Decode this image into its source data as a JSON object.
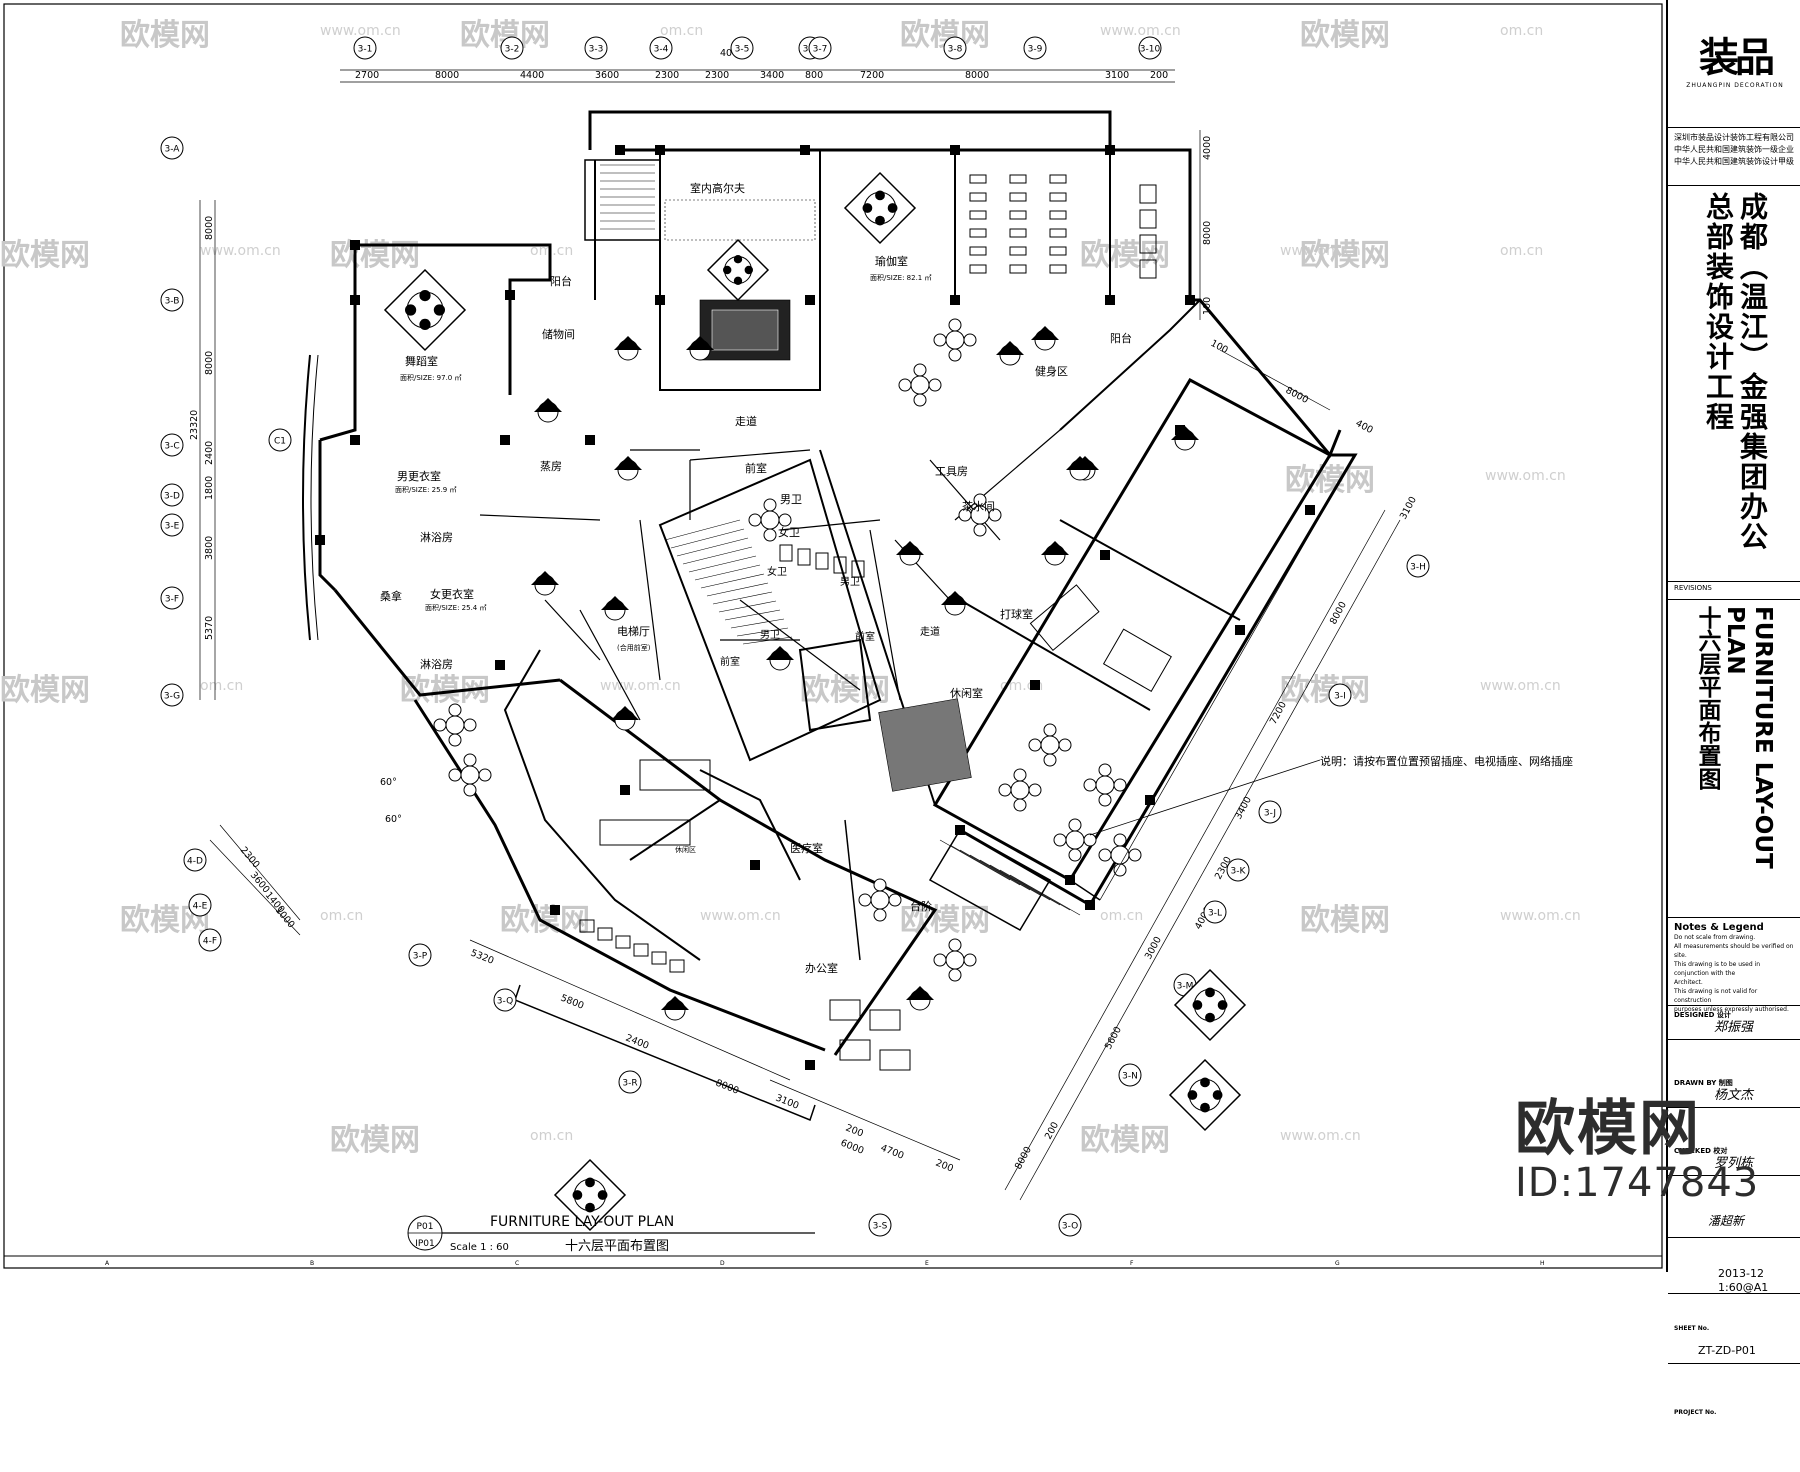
{
  "plan": {
    "grid_top": [
      "3-1",
      "3-2",
      "3-3",
      "3-4",
      "3-5",
      "3-6",
      "3-7",
      "3-8",
      "3-9",
      "3-10"
    ],
    "grid_left": [
      "3-A",
      "3-B",
      "3-C",
      "3-D",
      "3-E",
      "3-F",
      "3-G"
    ],
    "grid_diag_right": [
      "3-H",
      "3-I",
      "3-J",
      "3-K",
      "3-L",
      "3-M",
      "3-N",
      "3-O"
    ],
    "grid_bottom": [
      "3-P",
      "3-Q",
      "3-R",
      "3-S"
    ],
    "grid_misc": [
      "4-D",
      "4-E",
      "4-F",
      "C1"
    ],
    "dims_top": [
      "2700",
      "8000",
      "4400",
      "3600",
      "2300",
      "2300",
      "3400",
      "800",
      "7200",
      "8000",
      "3100",
      "200"
    ],
    "dims_top_overall": "40000",
    "dims_left": [
      "8000",
      "8000",
      "2400",
      "1800",
      "3800",
      "5370"
    ],
    "dims_left_overall": "23320",
    "dims_right": [
      "4000",
      "8000",
      "100"
    ],
    "dims_diag_right": [
      "3100",
      "8000",
      "7200",
      "3400",
      "2300",
      "4000",
      "3000",
      "5600",
      "200",
      "8000"
    ],
    "dims_diag_top": [
      "100",
      "8000",
      "400"
    ],
    "dims_bottom": [
      "5320",
      "5800",
      "2400",
      "8000"
    ],
    "dims_bottom2": [
      "3100",
      "200",
      "6000",
      "4700",
      "200"
    ],
    "dims_lower_left": [
      "2300",
      "3600",
      "1400",
      "1000"
    ],
    "angles": [
      "60°",
      "60°"
    ],
    "rooms": {
      "golf": "室内高尔夫",
      "yoga": "瑜伽室",
      "yoga_area": "面积/SIZE: 82.1 ㎡",
      "dance": "舞蹈室",
      "dance_area": "面积/SIZE: 97.0 ㎡",
      "balcony_top": "阳台",
      "storage": "储物间",
      "gym": "健身区",
      "balcony_right": "阳台",
      "corridor": "走道",
      "men_locker": "男更衣室",
      "men_locker_area": "面积/SIZE: 25.9 ㎡",
      "shower_men": "淋浴房",
      "sauna": "桑拿",
      "steam": "蒸房",
      "women_locker": "女更衣室",
      "women_locker_area": "面积/SIZE: 25.4 ㎡",
      "shower_women": "淋浴房",
      "front_room": "前室",
      "male_wc": "男卫",
      "female_wc": "女卫",
      "elevator_hall": "电梯厅",
      "elevator_hall_sub": "(合用前室)",
      "tool_room": "工具房",
      "tea_room": "茶水间",
      "billiards": "打球室",
      "lounge": "休闲室",
      "leisure_area": "休闲区",
      "medical": "医疗室",
      "office": "办公室",
      "step": "台阶"
    },
    "note": "说明：请按布置位置预留插座、电视插座、网络插座",
    "drawing_tag_num": "P01",
    "drawing_tag_sheet": "IP01",
    "drawing_title_en": "FURNITURE LAY-OUT PLAN",
    "drawing_scale": "Scale 1 : 60",
    "drawing_title_cn": "十六层平面布置图",
    "column_letters": [
      "A",
      "B",
      "C",
      "D",
      "E",
      "F",
      "G",
      "H"
    ]
  },
  "watermark": {
    "site": "欧模网",
    "url": "www.om.cn",
    "url_short": "om.cn"
  },
  "title_block": {
    "company_mark": "装品",
    "company_sub": "ZHUANGPIN DECORATION",
    "company_lines": [
      "深圳市装品设计装饰工程有限公司",
      "中华人民共和国建筑装饰一级企业",
      "中华人民共和国建筑装饰设计甲级"
    ],
    "project_name": "成都（温江）金强集团办公总部装饰设计工程",
    "revisions": "REVISIONS",
    "drawing_title_en": "FURNITURE LAY-OUT PLAN",
    "drawing_title_cn": "十六层平面布置图",
    "notes_heading": "Notes & Legend",
    "notes": [
      "Do not scale from drawing.",
      "All measurements should be verified on site.",
      "This drawing is to be used in conjunction with the",
      "Architect.",
      "This drawing is not valid for construction",
      "purposes unless expressly authorised."
    ],
    "designed_label": "DESIGNED 设计",
    "drawn_label": "DRAWN BY 制图",
    "checked_label": "CHECKED 校对",
    "signature_designed": "郑振强",
    "signature_drawn": "杨文杰",
    "signature_checked": "罗列栋",
    "approved_signature": "潘超新",
    "date_value": "2013-12",
    "scale_value": "1:60@A1",
    "sheet_label": "SHEET No.",
    "sheet_value": "ZT-ZD-P01",
    "project_label": "PROJECT No."
  },
  "overlay": {
    "big_watermark": "欧模网",
    "id_text": "ID:1747843"
  }
}
